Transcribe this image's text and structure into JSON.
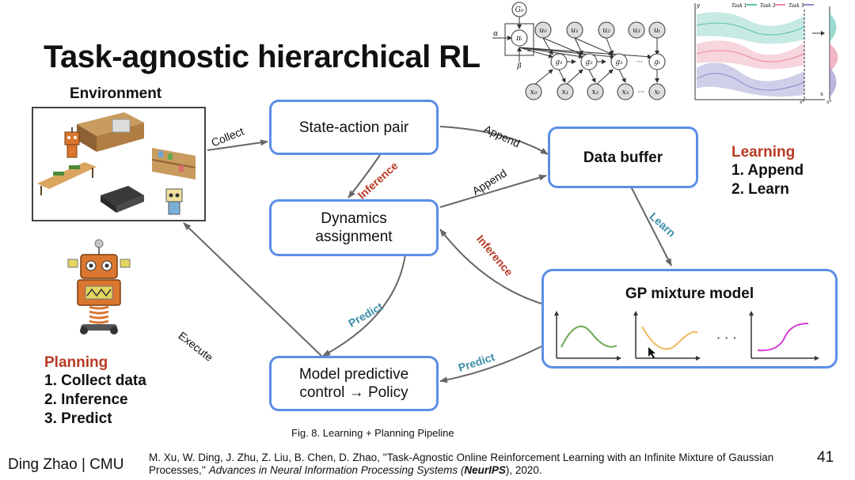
{
  "title": "Task-agnostic hierarchical RL",
  "environment_label": "Environment",
  "nodes": {
    "state_action": "State-action pair",
    "data_buffer": "Data buffer",
    "dynamics_line1": "Dynamics",
    "dynamics_line2": "assignment",
    "gp_mixture": "GP mixture model",
    "mpc_line1": "Model predictive",
    "mpc_line2": "control → Policy"
  },
  "edge_labels": {
    "collect": "Collect",
    "append_top": "Append",
    "append_mid": "Append",
    "inference_left": "Inference",
    "inference_right": "Inference",
    "learn": "Learn",
    "predict_left": "Predict",
    "predict_right": "Predict",
    "execute": "Execute"
  },
  "learning": {
    "title": "Learning",
    "items": [
      "1. Append",
      "2. Learn"
    ]
  },
  "planning": {
    "title": "Planning",
    "items": [
      "1. Collect data",
      "2. Inference",
      "3. Predict"
    ]
  },
  "caption": "Fig. 8. Learning + Planning Pipeline",
  "footer": {
    "author": "Ding Zhao | CMU",
    "citation_plain": "M. Xu, W. Ding, J. Zhu, Z. Liu, B. Chen, D. Zhao, ''Task-Agnostic Online Reinforcement Learning with an Infinite Mixture of Gaussian Processes,'' ",
    "citation_venue": "Advances in Neural Information Processing Systems (",
    "citation_venue_bold": "NeurIPS",
    "citation_tail": "), 2020.",
    "page_number": "41"
  },
  "graphical_model": {
    "top_node": "G₀",
    "pi_node": "πᵢ",
    "alpha": "α",
    "beta": "β",
    "infinity": "∞",
    "u_nodes": [
      "u₀",
      "u₁",
      "u₂",
      "u₃",
      "uₜ"
    ],
    "g_nodes": [
      "g₁",
      "g₂",
      "g₃",
      "gₜ"
    ],
    "x_nodes": [
      "x₀",
      "x₁",
      "x₂",
      "x₃",
      "xₜ"
    ],
    "ellipsis": "···"
  },
  "task_plot": {
    "legend": [
      "Task 1",
      "Task 2",
      "Task 3"
    ],
    "colors": [
      "#5cc3b0",
      "#e8889f",
      "#8a86c8"
    ],
    "axis_y": "y",
    "axis_x": "x",
    "x_star": "x*"
  },
  "colors": {
    "box_border": "#5b8ee6",
    "accent_red": "#b83a24",
    "accent_teal": "#3d8fa8",
    "arrow": "#666666",
    "curve_green": "#6aa84f",
    "curve_orange": "#f0b860",
    "curve_magenta": "#d63cd6"
  }
}
